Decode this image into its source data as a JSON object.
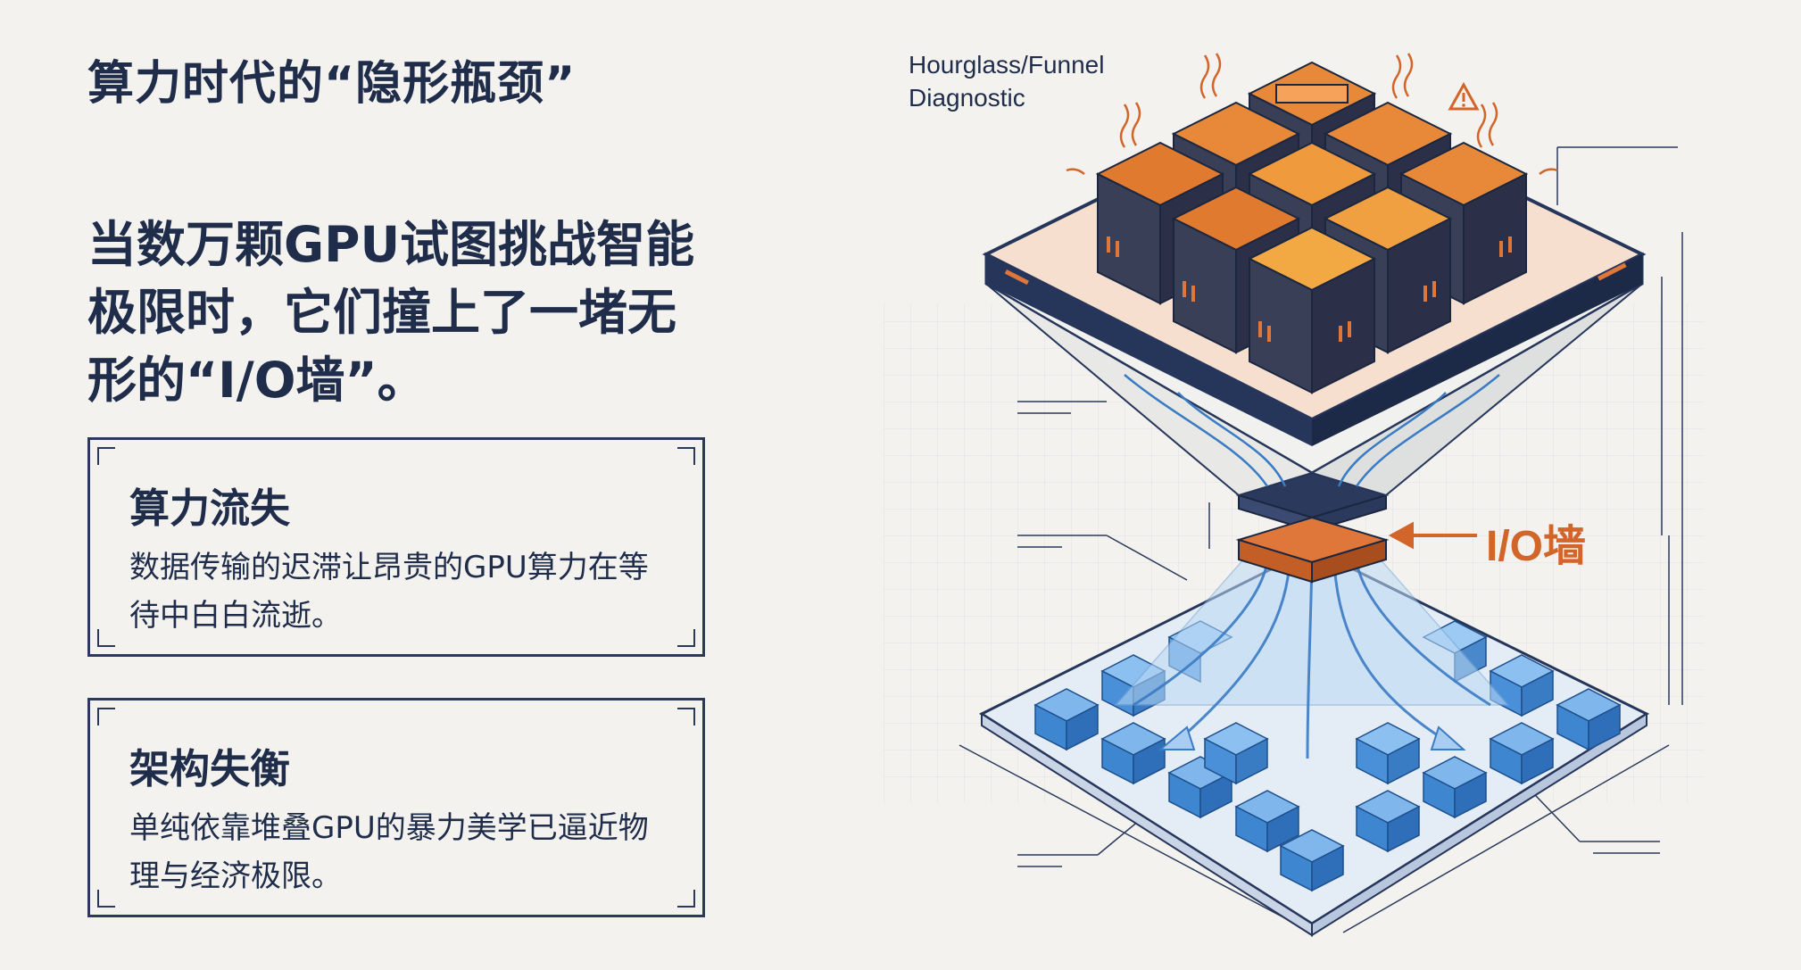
{
  "kicker": "算力时代的“隐形瓶颈”",
  "headline": "当数万颗GPU试图挑战智能极限时，它们撞上了一堵无形的“I/O墙”。",
  "cards": [
    {
      "title": "算力流失",
      "body": "数据传输的迟滞让昂贵的GPU算力在等待中白白流逝。"
    },
    {
      "title": "架构失衡",
      "body": "单纯依靠堆叠GPU的暴力美学已逼近物理与经济极限。"
    }
  ],
  "diagram": {
    "label": "Hourglass/Funnel Diagnostic",
    "io_label": "I/O墙",
    "warning_icon": "warning-triangle-icon",
    "colors": {
      "gpu_orange": "#e07a2e",
      "gpu_dark": "#3a3f58",
      "storage_blue": "#4a90d9",
      "io_wall": "#d2652a",
      "frame_navy": "#26365a"
    }
  }
}
